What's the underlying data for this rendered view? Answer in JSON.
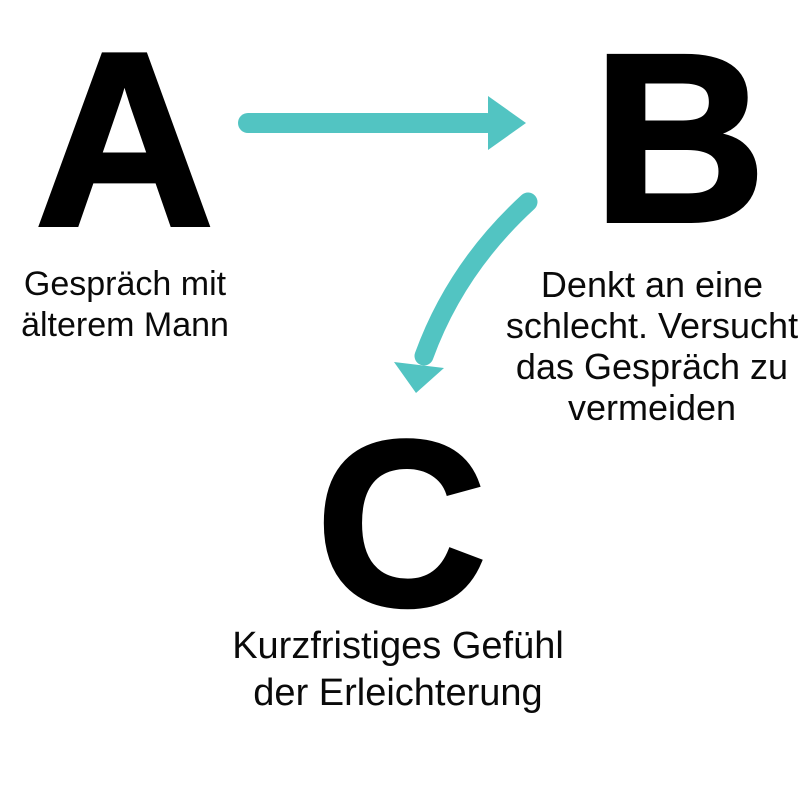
{
  "diagram": {
    "background_color": "#ffffff",
    "text_color": "#0a0a0a",
    "accent_color": "#52C4C2",
    "nodes": {
      "a": {
        "letter": "A",
        "caption_lines": [
          "Gespräch mit",
          "älterem Mann"
        ]
      },
      "b": {
        "letter": "B",
        "caption_lines": [
          "Denkt an eine",
          "schlecht. Versucht",
          "das Gespräch zu",
          "vermeiden"
        ]
      },
      "c": {
        "letter": "C",
        "caption_lines": [
          "Kurzfristiges Gefühl",
          "der Erleichterung"
        ]
      }
    },
    "arrows": {
      "a_to_b": "straight arrow pointing right from A to B",
      "b_to_c": "curved arrow sweeping down-left from B to C"
    }
  }
}
